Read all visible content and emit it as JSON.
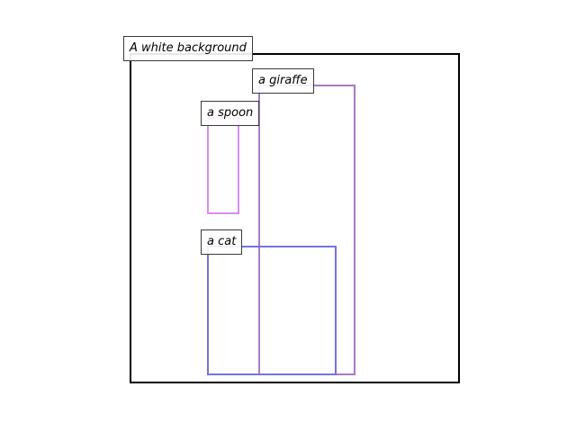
{
  "diagram": {
    "regions": [
      {
        "id": "main",
        "label": "A white background",
        "color": "#000000"
      },
      {
        "id": "giraffe",
        "label": "a giraffe",
        "color": "#a77bc4"
      },
      {
        "id": "spoon",
        "label": "a spoon",
        "color": "#d98cf0"
      },
      {
        "id": "cat",
        "label": "a cat",
        "color": "#7474dc"
      }
    ]
  }
}
